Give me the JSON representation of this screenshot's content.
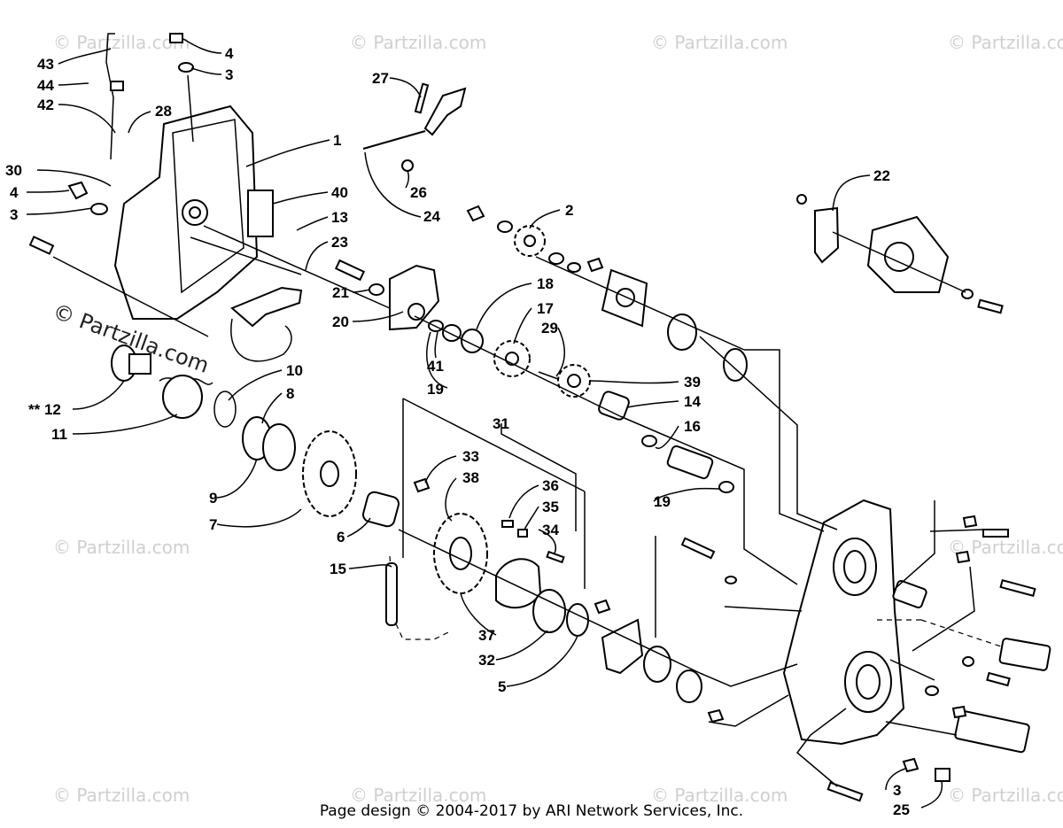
{
  "watermark_text": "© Partzilla.com",
  "corner_watermark": "© Partzilla.com",
  "footer": "Page design © 2004-2017 by ARI Network Services, Inc.",
  "callouts": {
    "c43": "43",
    "c44": "44",
    "c42": "42",
    "c4a": "4",
    "c3a": "3",
    "c27": "27",
    "c28": "28",
    "c1": "1",
    "c30": "30",
    "c4b": "4",
    "c3b": "3",
    "c40": "40",
    "c26": "26",
    "c13": "13",
    "c24": "24",
    "c23": "23",
    "c2": "2",
    "c22": "22",
    "c21": "21",
    "c20": "20",
    "c18": "18",
    "c17": "17",
    "c29": "29",
    "c41": "41",
    "c19a": "19",
    "c10": "10",
    "c8": "8",
    "c12": "** 12",
    "c11": "11",
    "c39": "39",
    "c14": "14",
    "c16": "16",
    "c31": "31",
    "c9": "9",
    "c33": "33",
    "c38": "38",
    "c36": "36",
    "c35": "35",
    "c19b": "19",
    "c7": "7",
    "c34": "34",
    "c6": "6",
    "c15": "15",
    "c37": "37",
    "c32": "32",
    "c5": "5",
    "c3c": "3",
    "c25": "25"
  }
}
